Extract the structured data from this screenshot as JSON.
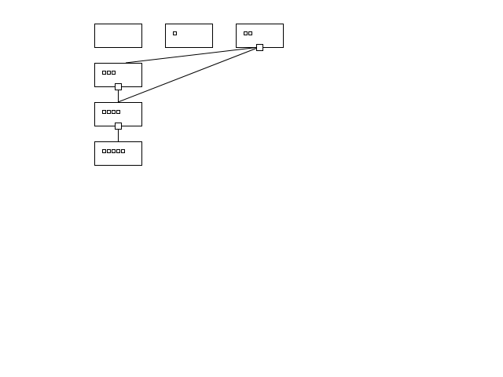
{
  "diagram": {
    "nodes": [
      {
        "id": "n0",
        "glyph_count": 0
      },
      {
        "id": "n1",
        "glyph_count": 1
      },
      {
        "id": "n2",
        "glyph_count": 2
      },
      {
        "id": "n3",
        "glyph_count": 3
      },
      {
        "id": "n4",
        "glyph_count": 4
      },
      {
        "id": "n5",
        "glyph_count": 5
      }
    ],
    "edges": [
      {
        "from": "n3",
        "to": "n2"
      },
      {
        "from": "n4",
        "to": "n2"
      },
      {
        "from": "n3",
        "to": "n4"
      },
      {
        "from": "n4",
        "to": "n5"
      }
    ],
    "colors": {
      "stroke": "#000000",
      "fill": "#ffffff"
    }
  }
}
